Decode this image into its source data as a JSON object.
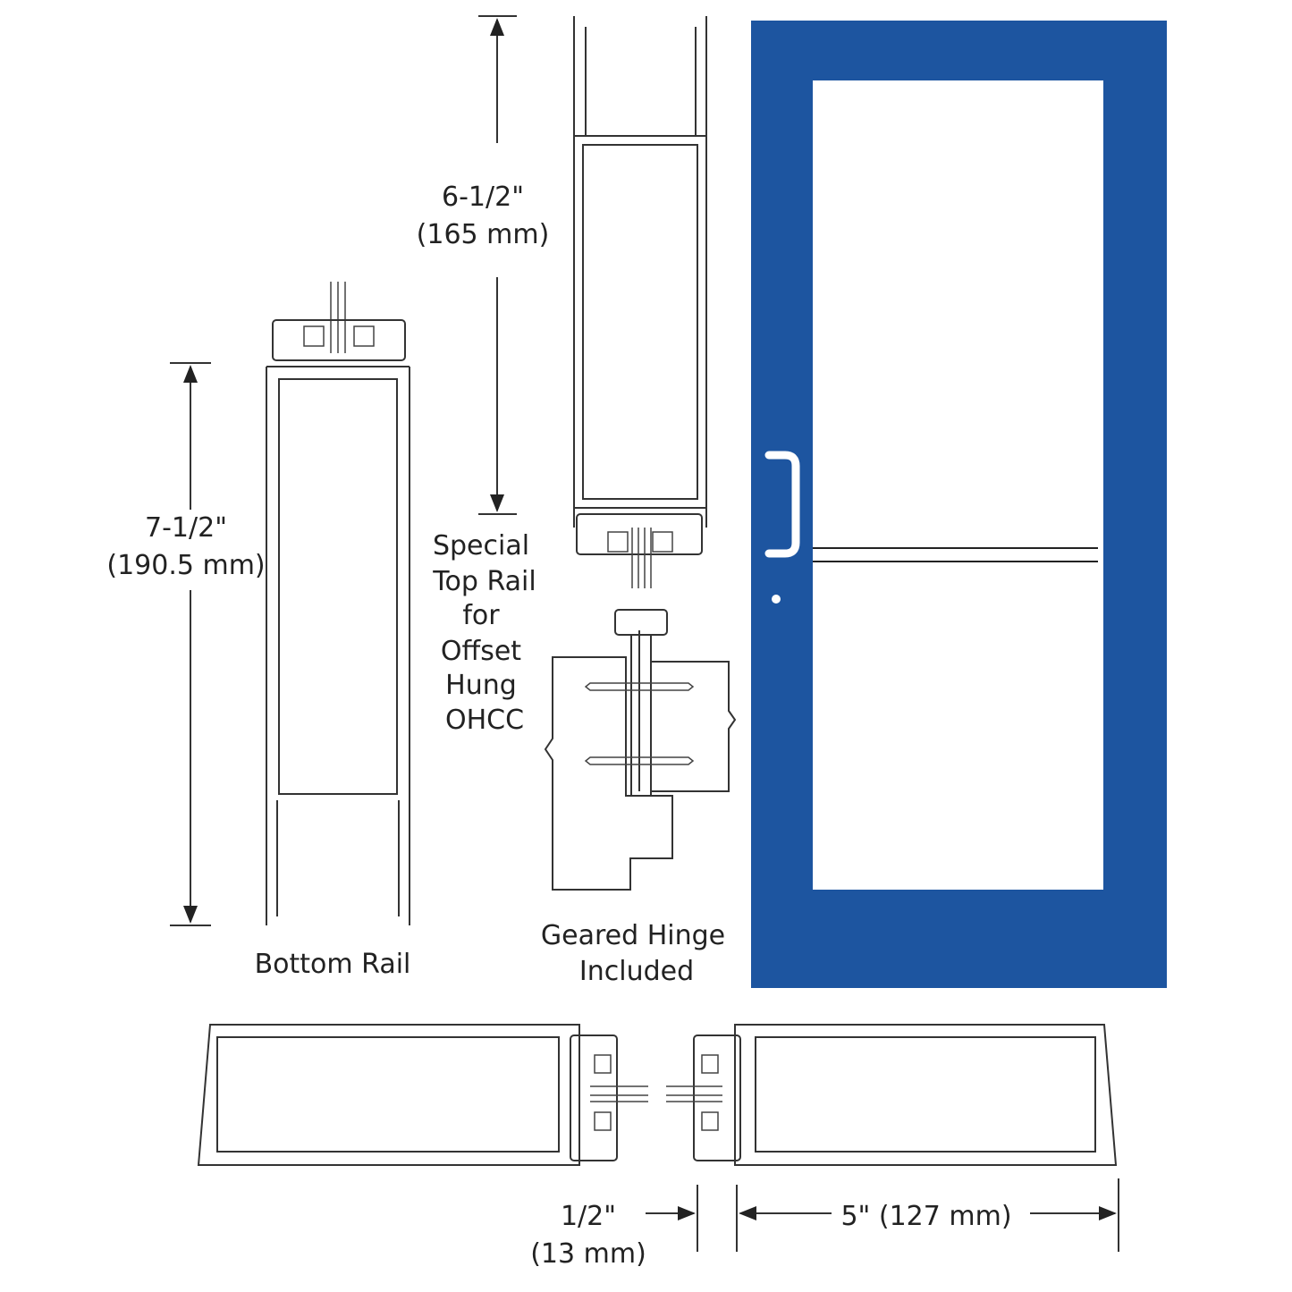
{
  "colors": {
    "door_frame": "#1d55a0",
    "glass": "#ffffff",
    "handle": "#ffffff",
    "line": "#333333"
  },
  "labels": {
    "top_rail_dim_1": "6-1/2\"",
    "top_rail_dim_2": "(165 mm)",
    "bottom_rail_dim_1": "7-1/2\"",
    "bottom_rail_dim_2": "(190.5 mm)",
    "special_top_rail": [
      "Special",
      "Top Rail",
      "for",
      "Offset",
      "Hung",
      "OHCC"
    ],
    "bottom_rail": "Bottom Rail",
    "geared_hinge": [
      "Geared Hinge",
      "Included"
    ],
    "stile_gap_1": "1/2\"",
    "stile_gap_2": "(13 mm)",
    "stile_width": "5\" (127 mm)"
  }
}
